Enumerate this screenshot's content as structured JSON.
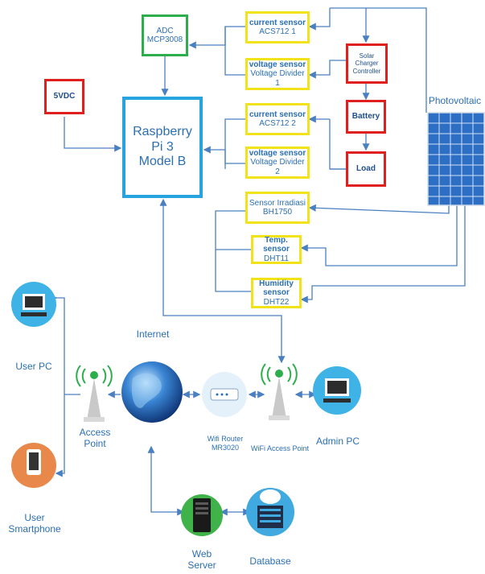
{
  "blocks": {
    "adc": {
      "line1": "ADC",
      "line2": "MCP3008"
    },
    "psu": {
      "line1": "5VDC"
    },
    "rpi": {
      "line1": "Raspberry Pi 3",
      "line2": "Model B"
    },
    "current1": {
      "line1": "current sensor",
      "line2": "ACS712 1"
    },
    "voltage1": {
      "line1": "voltage sensor",
      "line2": "Voltage Divider 1"
    },
    "current2": {
      "line1": "current sensor",
      "line2": "ACS712 2"
    },
    "voltage2": {
      "line1": "voltage sensor",
      "line2": "Voltage Divider 2"
    },
    "irradiance": {
      "line1": "Sensor Irradiasi",
      "line2": "BH1750"
    },
    "temp": {
      "line1": "Temp. sensor",
      "line2": "DHT11"
    },
    "humidity": {
      "line1": "Humidity sensor",
      "line2": "DHT22"
    },
    "charger": {
      "line1": "Solar Charger",
      "line2": "Controller"
    },
    "battery": {
      "line1": "Battery"
    },
    "load": {
      "line1": "Load"
    }
  },
  "labels": {
    "photovoltaic": "Photovoltaic",
    "internet": "Internet",
    "user_pc": "User PC",
    "access_point_1": "Access",
    "access_point_2": "Point",
    "wifi_router_1": "Wifi Router",
    "wifi_router_2": "MR3020",
    "wifi_ap": "WiFi Access Point",
    "admin_pc": "Admin PC",
    "user_smartphone_1": "User",
    "user_smartphone_2": "Smartphone",
    "web_server_1": "Web",
    "web_server_2": "Server",
    "database": "Database"
  },
  "colors": {
    "line": "#4a7fc0",
    "sensor_border": "#f2e21a",
    "power_border": "#e0201f",
    "adc_border": "#2cae4c",
    "rpi_border": "#27a3e0",
    "text": "#2b6fb3"
  },
  "icons": [
    "user-pc-icon",
    "access-point-icon",
    "globe-icon",
    "wifi-router-icon",
    "wifi-access-point-icon",
    "admin-pc-icon",
    "smartphone-icon",
    "web-server-icon",
    "database-icon",
    "solar-panel-icon"
  ]
}
